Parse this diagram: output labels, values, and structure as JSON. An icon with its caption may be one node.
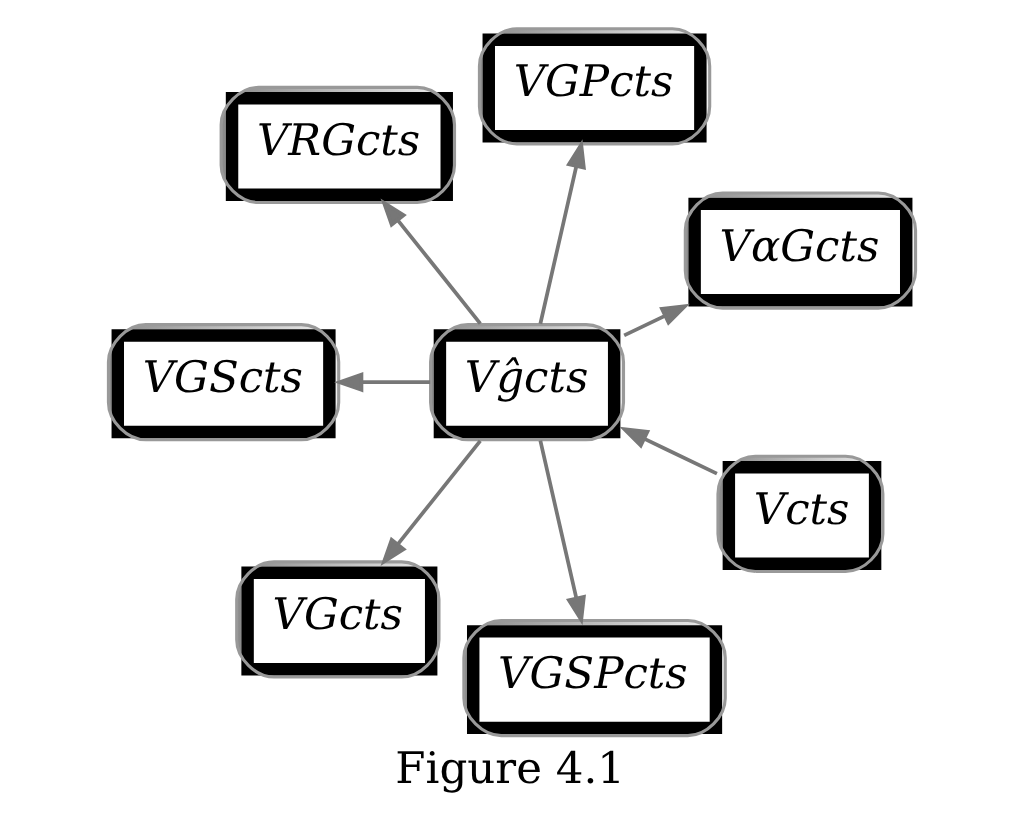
{
  "diagram": {
    "caption": "Figure 4.1",
    "nodes": [
      {
        "text": [
          "VαGcts"
        ]
      },
      {
        "text": [
          "VGPcts"
        ]
      },
      {
        "text": [
          "Vĝcts"
        ]
      },
      {
        "text": [
          "VRGcts"
        ]
      },
      {
        "text": [
          "VGScts"
        ]
      },
      {
        "text": [
          "Vcts"
        ]
      },
      {
        "text": [
          "VGcts"
        ]
      },
      {
        "text": [
          "VGSPcts"
        ]
      }
    ],
    "edges": [
      {
        "from": 2,
        "to": 0,
        "arrow": "to"
      },
      {
        "from": 2,
        "to": 1,
        "arrow": "to"
      },
      {
        "from": 2,
        "to": 3,
        "arrow": "to"
      },
      {
        "from": 2,
        "to": 4,
        "arrow": "to"
      },
      {
        "from": 5,
        "to": 2,
        "arrow": "to"
      },
      {
        "from": 2,
        "to": 6,
        "arrow": "to"
      },
      {
        "from": 2,
        "to": 7,
        "arrow": "to"
      }
    ]
  }
}
